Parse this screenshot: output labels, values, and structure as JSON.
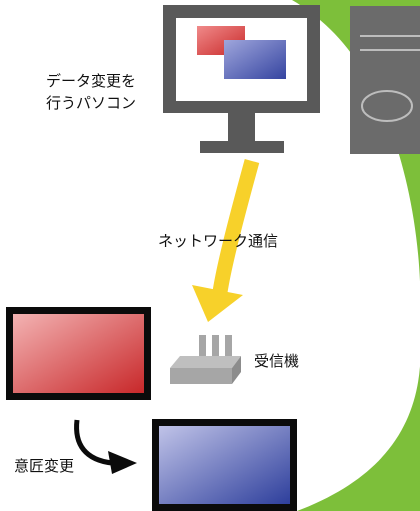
{
  "labels": {
    "pc_line1": "データ変更を",
    "pc_line2": "行うパソコン",
    "network": "ネットワーク通信",
    "receiver": "受信機",
    "design_change": "意匠変更"
  },
  "colors": {
    "green_arc": "#7dbf3a",
    "device_gray": "#595959",
    "tower_gray": "#6b6b6b",
    "arrow_yellow": "#f7d12a",
    "frame_black": "#0b0b0b",
    "receiver_gray": "#a6a6a6"
  }
}
